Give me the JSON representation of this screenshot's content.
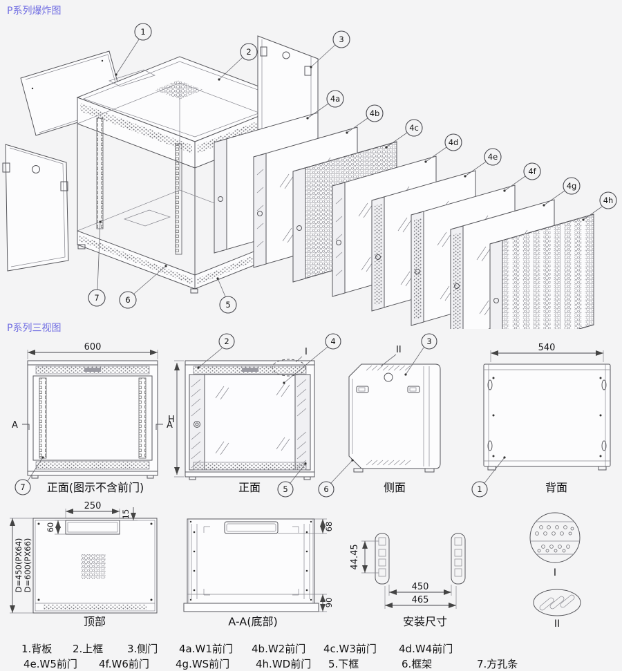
{
  "colors": {
    "background": "#f4f4f5",
    "title": "#6f6ce2",
    "line": "#55555a",
    "text": "#111111"
  },
  "titles": {
    "exploded": "P系列爆炸图",
    "three_view": "P系列三视图"
  },
  "callouts": {
    "n1": "1",
    "n2": "2",
    "n3": "3",
    "n4": "4",
    "n4a": "4a",
    "n4b": "4b",
    "n4c": "4c",
    "n4d": "4d",
    "n4e": "4e",
    "n4f": "4f",
    "n4g": "4g",
    "n4h": "4h",
    "n5": "5",
    "n6": "6",
    "n7": "7"
  },
  "view_labels": {
    "front_no_door": "正面(图示不含前门)",
    "front": "正面",
    "side": "侧面",
    "back": "背面",
    "top": "顶部",
    "bottom_aa": "A-A(底部)",
    "install": "安装尺寸"
  },
  "dims": {
    "front_width": "600",
    "back_width": "540",
    "height": "H",
    "section": "A",
    "cutout_w": "250",
    "cutout_off": "15",
    "cutout_h": "60",
    "flange_top": "68",
    "flange_bottom": "90",
    "hole_pitch": "44.45",
    "mount_inner": "450",
    "mount_outer": "465",
    "depth1": "D=450(PX64)",
    "depth2": "D=600(PX66)"
  },
  "details": {
    "d1": "I",
    "d2": "II"
  },
  "legend_row1": [
    "1.背板",
    "2.上框",
    "3.侧门",
    "4a.W1前门",
    "4b.W2前门",
    "4c.W3前门",
    "4d.W4前门"
  ],
  "legend_row2": [
    "4e.W5前门",
    "4f.W6前门",
    "4g.WS前门",
    "4h.WD前门",
    "5.下框",
    "6.框架",
    "7.方孔条"
  ]
}
